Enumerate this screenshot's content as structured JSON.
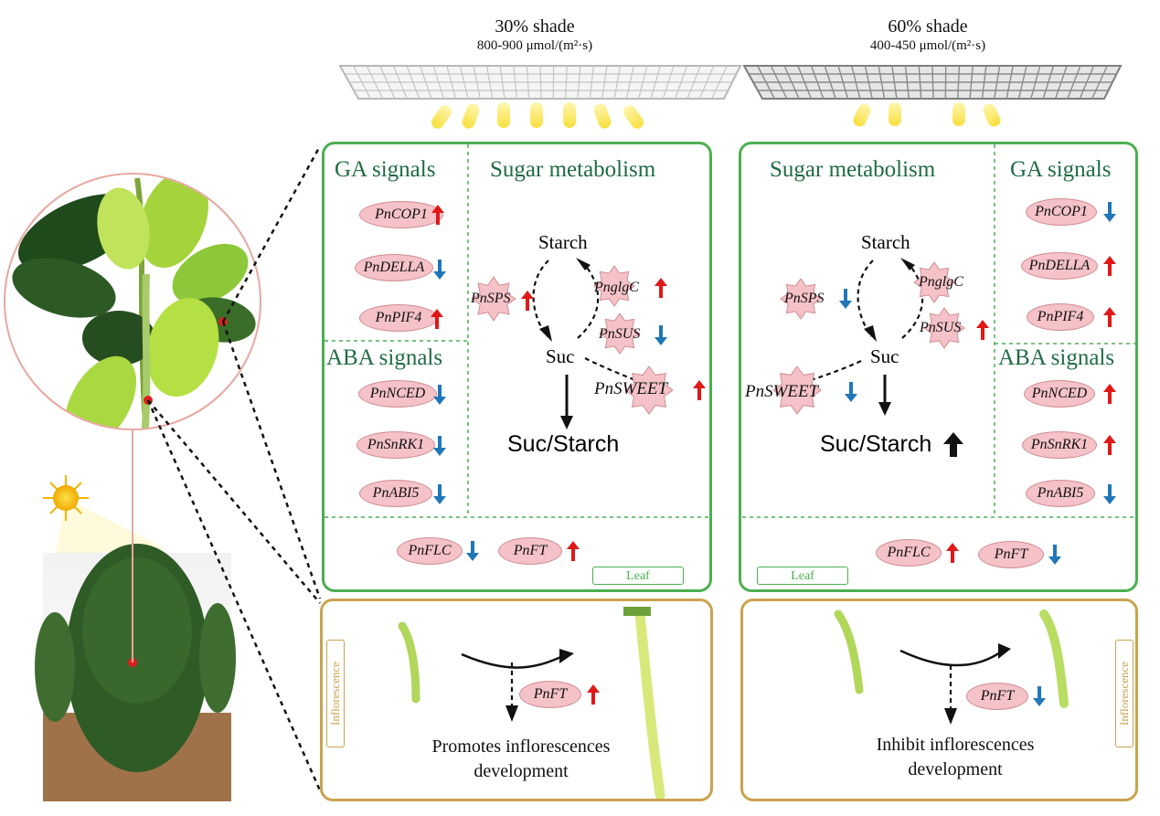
{
  "left_panel": {
    "shade": {
      "percent": "30% shade",
      "par": "800-900 μmol/(m²·s)"
    },
    "ga": {
      "title": "GA signals",
      "genes": [
        {
          "name": "PnCOP1",
          "dir": "up"
        },
        {
          "name": "PnDELLA",
          "dir": "down"
        },
        {
          "name": "PnPIF4",
          "dir": "up"
        }
      ]
    },
    "aba": {
      "title": "ABA signals",
      "genes": [
        {
          "name": "PnNCED",
          "dir": "down"
        },
        {
          "name": "PnSnRK1",
          "dir": "down"
        },
        {
          "name": "PnABI5",
          "dir": "down"
        }
      ]
    },
    "sugar": {
      "title": "Sugar metabolism",
      "starch": "Starch",
      "suc": "Suc",
      "ratio": "Suc/Starch",
      "sps": {
        "name": "PnSPS",
        "dir": "up"
      },
      "glgc": {
        "name": "PnglgC",
        "dir": "up"
      },
      "sus": {
        "name": "PnSUS",
        "dir": "down"
      },
      "sweet": {
        "name": "PnSWEET",
        "dir": "up"
      }
    },
    "flc": {
      "name": "PnFLC",
      "dir": "down"
    },
    "ft": {
      "name": "PnFT",
      "dir": "up"
    },
    "leaf_tag": "Leaf",
    "infl_tag": "Inflorescence",
    "infl_ft": {
      "name": "PnFT",
      "dir": "up"
    },
    "outcome_line1": "Promotes inflorescences",
    "outcome_line2": "development"
  },
  "right_panel": {
    "shade": {
      "percent": "60% shade",
      "par": "400-450 μmol/(m²·s)"
    },
    "ga": {
      "title": "GA signals",
      "genes": [
        {
          "name": "PnCOP1",
          "dir": "down"
        },
        {
          "name": "PnDELLA",
          "dir": "up"
        },
        {
          "name": "PnPIF4",
          "dir": "up"
        }
      ]
    },
    "aba": {
      "title": "ABA signals",
      "genes": [
        {
          "name": "PnNCED",
          "dir": "up"
        },
        {
          "name": "PnSnRK1",
          "dir": "up"
        },
        {
          "name": "PnABI5",
          "dir": "down"
        }
      ]
    },
    "sugar": {
      "title": "Sugar metabolism",
      "starch": "Starch",
      "suc": "Suc",
      "ratio": "Suc/Starch",
      "ratio_dir": "up",
      "sps": {
        "name": "PnSPS",
        "dir": "down"
      },
      "glgc": {
        "name": "PnglgC",
        "dir": "none"
      },
      "sus": {
        "name": "PnSUS",
        "dir": "up"
      },
      "sweet": {
        "name": "PnSWEET",
        "dir": "down"
      }
    },
    "flc": {
      "name": "PnFLC",
      "dir": "up"
    },
    "ft": {
      "name": "PnFT",
      "dir": "down"
    },
    "leaf_tag": "Leaf",
    "infl_tag": "Inflorescence",
    "infl_ft": {
      "name": "PnFT",
      "dir": "down"
    },
    "outcome_line1": "Inhibit inflorescences",
    "outcome_line2": "development"
  },
  "colors": {
    "up_arrow": "#e01818",
    "down_arrow": "#1f77b8",
    "leaf_border": "#4caf50",
    "inflorescence_border": "#c9a34f",
    "section_title": "#1f6b44",
    "gene_fill": "#f4c2c7"
  },
  "icons": {
    "up": "red-up-arrow-icon",
    "down": "blue-down-arrow-icon",
    "sun": "sun-icon",
    "shade_net": "shade-net-icon"
  }
}
